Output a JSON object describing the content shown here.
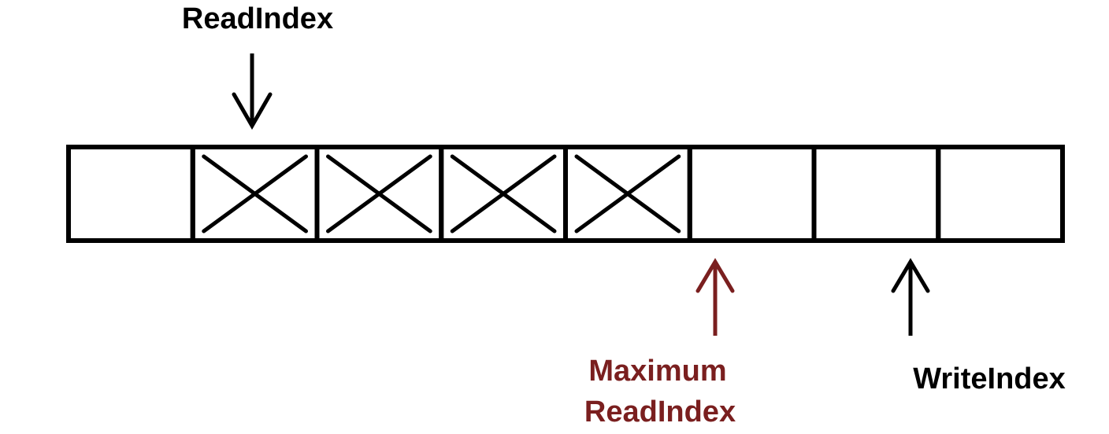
{
  "buffer": {
    "slot_count": 8,
    "filled_slots": [
      1,
      2,
      3,
      4
    ]
  },
  "labels": {
    "read_index": "ReadIndex",
    "maximum_read_index_line1": "Maximum",
    "maximum_read_index_line2": "ReadIndex",
    "write_index": "WriteIndex"
  },
  "pointers": {
    "read_index_slot": 1,
    "maximum_read_index_boundary_after_slot": 4,
    "write_index_boundary_after_slot": 6
  },
  "colors": {
    "stroke": "#000000",
    "read_pointer": "#000000",
    "maximum_read_pointer": "#7a1f1f",
    "write_pointer": "#000000",
    "background": "#ffffff"
  }
}
